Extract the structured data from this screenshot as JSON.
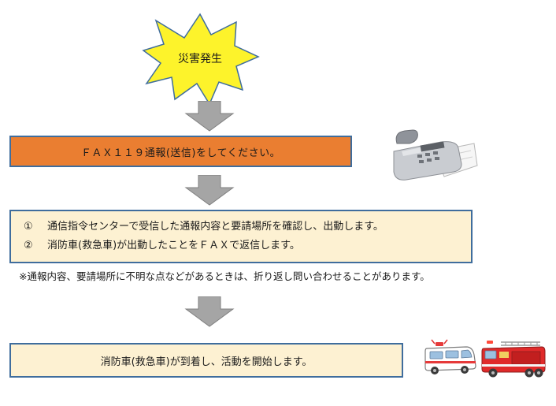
{
  "event": {
    "label": "災害発生"
  },
  "steps": {
    "fax": "ＦＡＸ１１９通報(送信)をしてください。",
    "dispatch": [
      {
        "num": "①",
        "text": "通信指令センターで受信した通報内容と要請場所を確認し、出動します。"
      },
      {
        "num": "②",
        "text": "消防車(救急車)が出動したことをＦＡＸで返信します。"
      }
    ],
    "note": "※通報内容、要請場所に不明な点などがあるときは、折り返し問い合わせることがあります。",
    "arrive": "消防車(救急車)が到着し、活動を開始します。"
  },
  "colors": {
    "burst": "#fdf32b",
    "arrow": "#a5a5a5",
    "fax_box": "#ea7e31",
    "info_box": "#fdf1d2",
    "border": "#3f6d9d"
  },
  "icons": [
    "starburst-icon",
    "down-arrow-icon",
    "fax-machine-icon",
    "ambulance-icon",
    "fire-engine-icon"
  ]
}
